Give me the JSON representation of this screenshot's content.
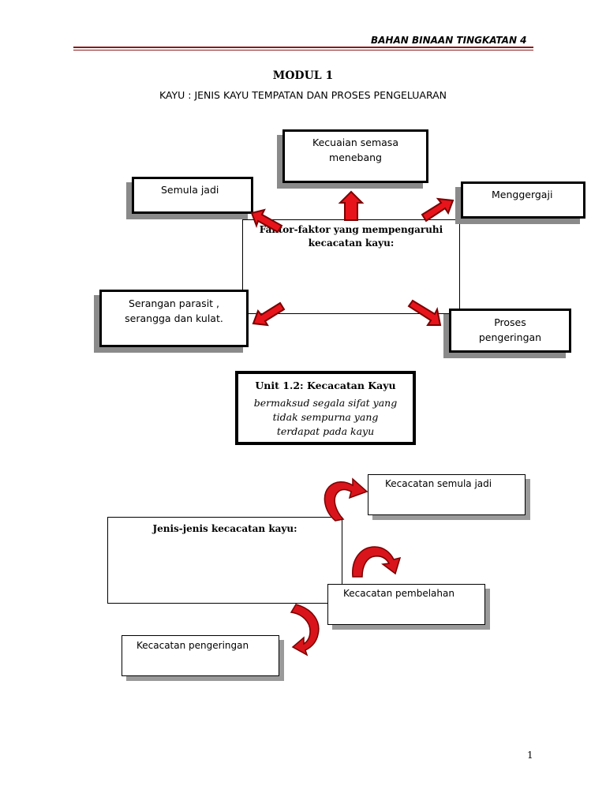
{
  "header": {
    "running_title": "BAHAN BINAAN TINGKATAN 4"
  },
  "module": {
    "title": "MODUL 1",
    "subtitle": "KAYU : JENIS KAYU TEMPATAN DAN PROSES PENGELUARAN"
  },
  "factors_diagram": {
    "center_line1": "Faktor-faktor yang mempengaruhi",
    "center_line2": "kecacatan kayu:",
    "boxes": {
      "kecuaian_line1": "Kecuaian semasa",
      "kecuaian_line2": "menebang",
      "semula_jadi": "Semula jadi",
      "menggergaji": "Menggergaji",
      "serangan_line1": "Serangan parasit ,",
      "serangan_line2": "serangga dan kulat.",
      "proses_line1": "Proses",
      "proses_line2": "pengeringan"
    },
    "arrow_color": "#e8141b"
  },
  "unit": {
    "title": "Unit 1.2: Kecacatan Kayu",
    "line1": "bermaksud segala sifat yang",
    "line2": "tidak sempurna yang",
    "line3": "terdapat pada kayu"
  },
  "types_diagram": {
    "center_label": "Jenis-jenis kecacatan kayu:",
    "type1": "Kecacatan semula jadi",
    "type2": "Kecacatan pembelahan",
    "type3": "Kecacatan pengeringan"
  },
  "footer": {
    "page_number": "1"
  }
}
